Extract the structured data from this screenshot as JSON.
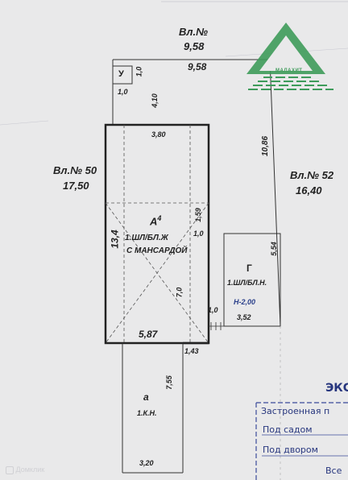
{
  "neighbors": {
    "top": {
      "label": "Вл.№",
      "value": "9,58"
    },
    "left": {
      "label": "Вл.№ 50",
      "value": "17,50"
    },
    "right": {
      "label": "Вл.№ 52",
      "value": "16,40"
    }
  },
  "dimensions": {
    "top_edge": "9,58",
    "y_height": "1,0",
    "y_width": "1,0",
    "gap_to_house": "4,10",
    "right_side": "10,86",
    "house_top": "3,80",
    "house_left": "13,4",
    "house_inner_v": "1,59",
    "house_inner_h": "1,0",
    "house_inner_v2": "7,0",
    "house_bottom": "5,87",
    "house_offset": "1,43",
    "garage_gap": "1,0",
    "garage_side": "5,54",
    "garage_bottom": "3,52",
    "annex_side": "7,55",
    "annex_bottom": "3,20"
  },
  "rooms": {
    "y": {
      "letter": "У"
    },
    "house": {
      "letter": "А",
      "sup": "4",
      "line1": "1.ШЛ/БЛ.Ж",
      "line2": "С МАНСАРДОЙ"
    },
    "garage": {
      "letter": "Г",
      "desc": "1.ШЛ/БЛ.Н.",
      "note": "Н-2,00"
    },
    "annex": {
      "letter": "а",
      "desc": "1.К.Н."
    }
  },
  "logo": {
    "name": "МАЛАХИТ",
    "color": "#3e9b5a"
  },
  "stamp": {
    "heading": "ЭКСПЛИКАЦИЯ",
    "built": "Застроенная п",
    "under_garden": "Под садом",
    "under_yard": "Под двором",
    "total": "Все"
  },
  "watermark": "Домклик"
}
